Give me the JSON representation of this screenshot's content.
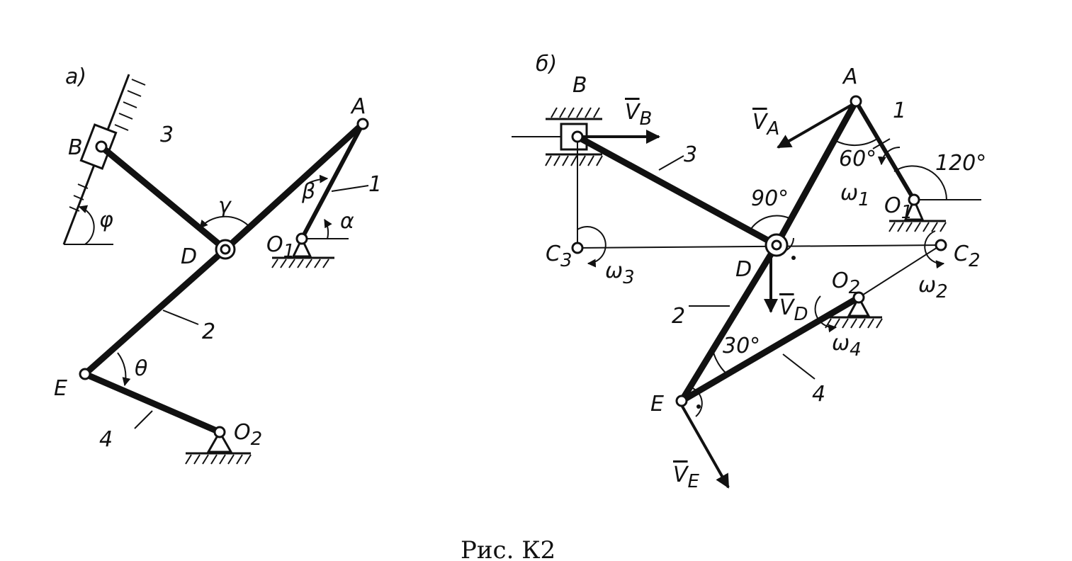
{
  "caption": "Рис. К2",
  "panel_a": {
    "tag": "a)",
    "points": {
      "B": "B",
      "D": "D",
      "E": "E",
      "A": "A",
      "O1": "O",
      "O1_sub": "1",
      "O2": "O",
      "O2_sub": "2"
    },
    "links": {
      "l1": "1",
      "l2": "2",
      "l3": "3",
      "l4": "4"
    },
    "angles": {
      "phi": "φ",
      "gamma": "γ",
      "beta": "β",
      "alpha": "α",
      "theta": "θ"
    }
  },
  "panel_b": {
    "tag": "б)",
    "points": {
      "A": "A",
      "B": "B",
      "D": "D",
      "E": "E",
      "O1": "O",
      "O1_sub": "1",
      "O2": "O",
      "O2_sub": "2",
      "C2": "C",
      "C2_sub": "2",
      "C3": "C",
      "C3_sub": "3"
    },
    "links": {
      "l1": "1",
      "l2": "2",
      "l3": "3",
      "l4": "4"
    },
    "angles": {
      "a60": "60°",
      "a120": "120°",
      "a90": "90°",
      "a30": "30°"
    },
    "velocities": {
      "VA": "V",
      "VA_sub": "A",
      "VB": "V",
      "VB_sub": "B",
      "VD": "V",
      "VD_sub": "D",
      "VE": "V",
      "VE_sub": "E"
    },
    "omegas": {
      "w1": "ω",
      "w1_sub": "1",
      "w2": "ω",
      "w2_sub": "2",
      "w3": "ω",
      "w3_sub": "3",
      "w4": "ω",
      "w4_sub": "4"
    }
  }
}
